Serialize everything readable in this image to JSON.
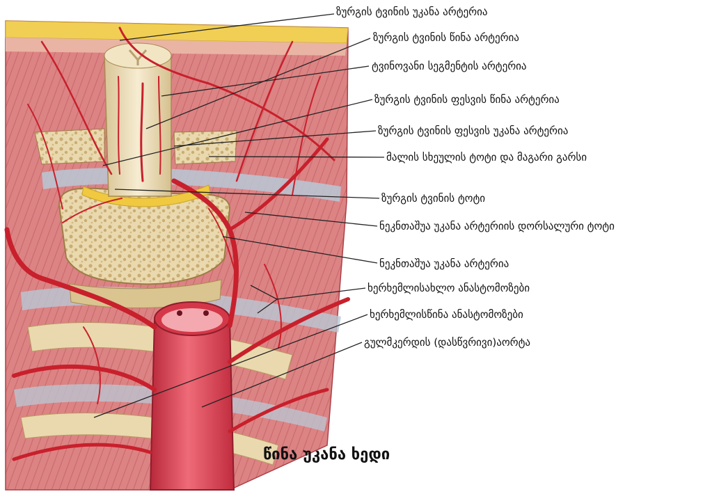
{
  "labels": [
    {
      "id": "posterior-spinal-artery",
      "text": "ზურგის ტვინის უკანა არტერია"
    },
    {
      "id": "anterior-spinal-artery",
      "text": "ზურგის ტვინის წინა არტერია"
    },
    {
      "id": "segmental-medullary-artery",
      "text": "ტვინოვანი სეგმენტის არტერია"
    },
    {
      "id": "anterior-radicular-artery",
      "text": "ზურგის ტვინის ფესვის წინა არტერია"
    },
    {
      "id": "posterior-radicular-artery",
      "text": "ზურგის ტვინის ფესვის უკანა არტერია"
    },
    {
      "id": "vertebral-body-branch-dura",
      "text": "მალის სხეულის ტოტი და მაგარი გარსი"
    },
    {
      "id": "spinal-branch",
      "text": "ზურგის ტვინის ტოტი"
    },
    {
      "id": "intercostal-dorsal-branch",
      "text": "ნეკნთაშუა უკანა არტერიის დორსალური ტოტი"
    },
    {
      "id": "posterior-intercostal-artery",
      "text": "ნეკნთაშუა უკანა არტერია"
    },
    {
      "id": "prevertebral-anastomoses",
      "text": "ხერხემლისახლო ანასტომოზები"
    },
    {
      "id": "anterior-vertebral-anastomoses",
      "text": "ხერხემლისწინა ანასტომოზები"
    },
    {
      "id": "thoracic-aorta",
      "text": "გულმკერდის (დასწვრივი)აორტა"
    }
  ],
  "caption": "წინა უკანა ხედი",
  "colors": {
    "muscle": "#d9787a",
    "muscle_dark": "#b44a50",
    "artery": "#c8202c",
    "bone": "#ead9ae",
    "bone_dark": "#b89a63",
    "cord": "#f1e5c4",
    "fat": "#f0c940",
    "membrane": "#b9c8d6",
    "aorta": "#d83a4a"
  }
}
